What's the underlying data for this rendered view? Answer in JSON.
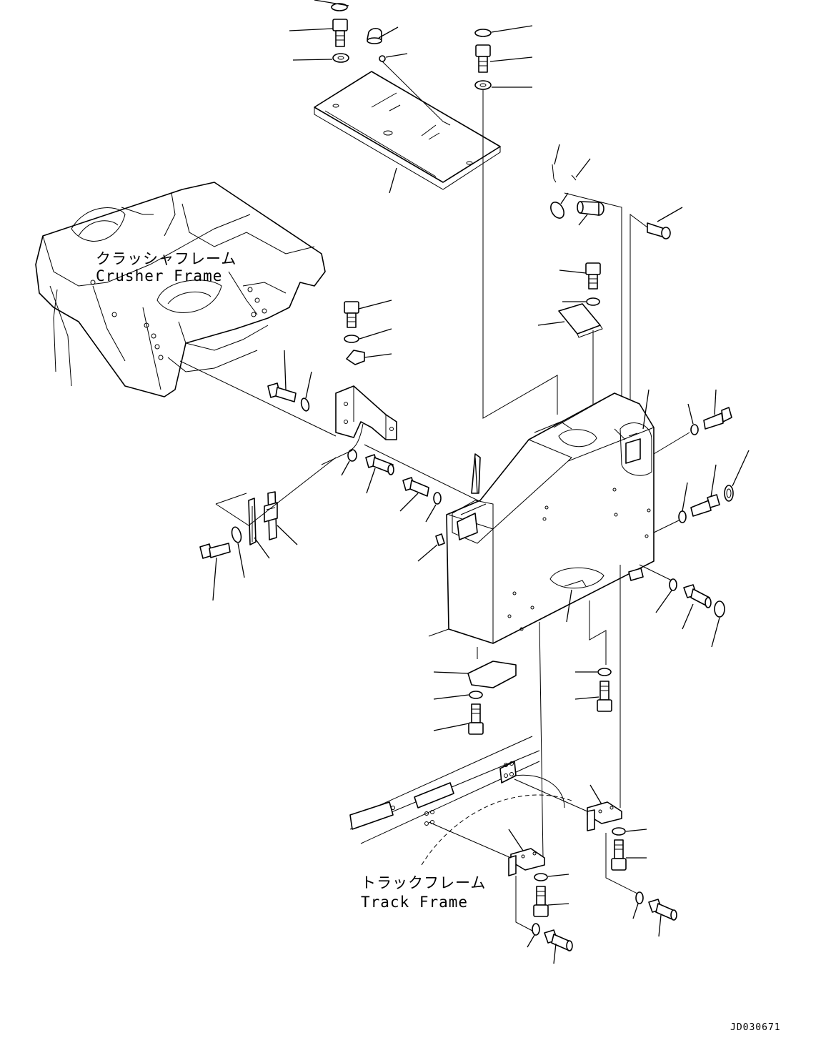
{
  "labels": {
    "crusher_frame_jp": "クラッシャフレーム",
    "crusher_frame_en": "Crusher Frame",
    "track_frame_jp": "トラックフレーム",
    "track_frame_en": "Track Frame",
    "drawing_code": "JD030671"
  },
  "colors": {
    "line": "#000000",
    "background": "#ffffff"
  }
}
